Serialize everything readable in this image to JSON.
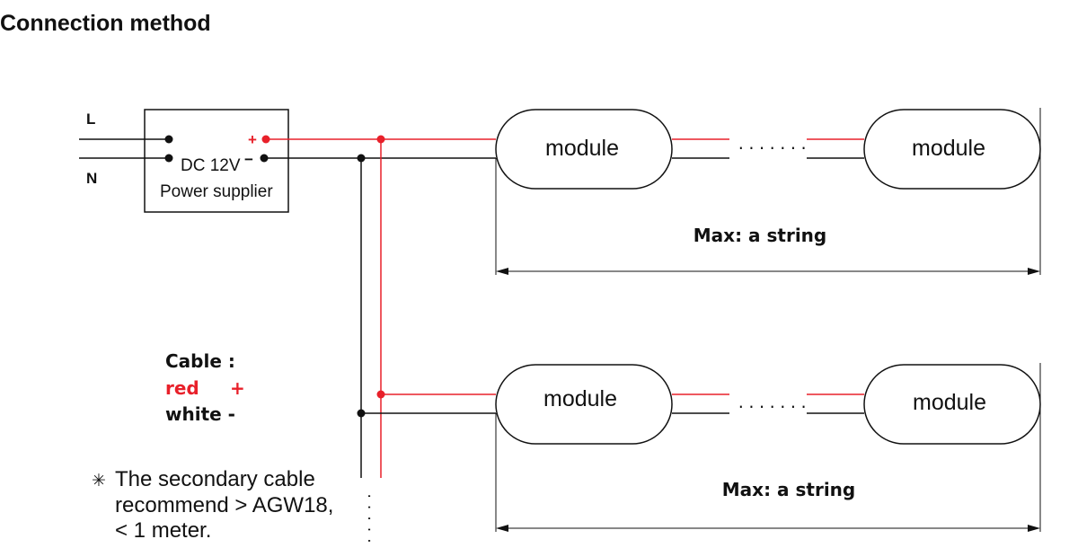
{
  "title": "Connection method",
  "mains": {
    "live_label": "L",
    "neutral_label": "N"
  },
  "power_supply": {
    "line1": "DC 12V",
    "line2": "Power supplier",
    "plus": "+",
    "minus": "−"
  },
  "strings": [
    {
      "module_first": "module",
      "module_last": "module",
      "ellipsis": ".......",
      "max_label": "Max: a string"
    },
    {
      "module_first": "module",
      "module_last": "module",
      "ellipsis": ".......",
      "max_label": "Max: a string"
    }
  ],
  "cable_legend": {
    "heading": "Cable :",
    "red_label": "red",
    "red_sign": "+",
    "white_label": "white -"
  },
  "note": {
    "symbol": "✳",
    "line1": "The secondary cable",
    "line2": "recommend > AGW18,",
    "line3": "< 1 meter."
  },
  "colors": {
    "positive_wire": "#e8202a",
    "negative_wire": "#111111",
    "legend_red": "#e8202a"
  }
}
